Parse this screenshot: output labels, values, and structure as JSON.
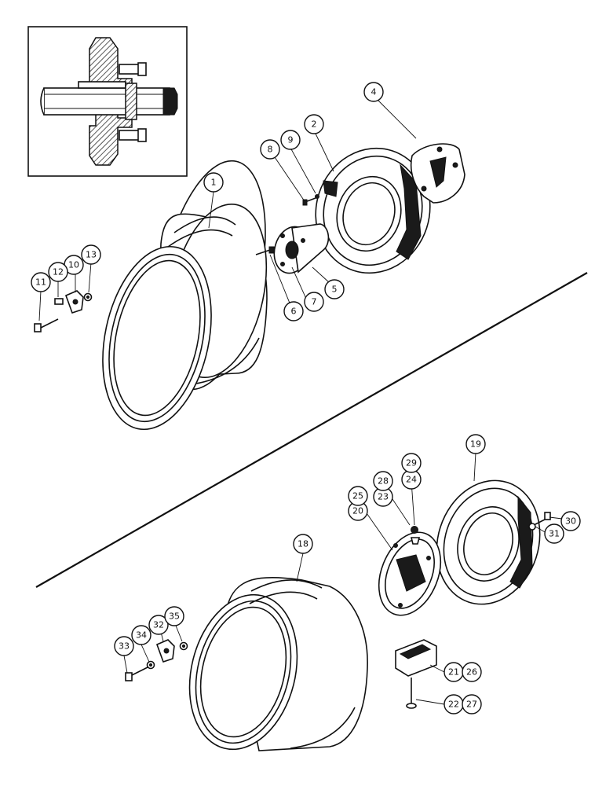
{
  "callouts": [
    {
      "id": "1",
      "label": "1"
    },
    {
      "id": "2",
      "label": "2"
    },
    {
      "id": "4",
      "label": "4"
    },
    {
      "id": "5",
      "label": "5"
    },
    {
      "id": "6",
      "label": "6"
    },
    {
      "id": "7",
      "label": "7"
    },
    {
      "id": "8",
      "label": "8"
    },
    {
      "id": "9",
      "label": "9"
    },
    {
      "id": "10",
      "label": "10"
    },
    {
      "id": "11",
      "label": "11"
    },
    {
      "id": "12",
      "label": "12"
    },
    {
      "id": "13",
      "label": "13"
    },
    {
      "id": "18",
      "label": "18"
    },
    {
      "id": "19",
      "label": "19"
    },
    {
      "id": "20",
      "label": "20"
    },
    {
      "id": "21",
      "label": "21"
    },
    {
      "id": "22",
      "label": "22"
    },
    {
      "id": "23",
      "label": "23"
    },
    {
      "id": "24",
      "label": "24"
    },
    {
      "id": "25",
      "label": "25"
    },
    {
      "id": "26",
      "label": "26"
    },
    {
      "id": "27",
      "label": "27"
    },
    {
      "id": "28",
      "label": "28"
    },
    {
      "id": "29",
      "label": "29"
    },
    {
      "id": "30",
      "label": "30"
    },
    {
      "id": "31",
      "label": "31"
    },
    {
      "id": "32",
      "label": "32"
    },
    {
      "id": "33",
      "label": "33"
    },
    {
      "id": "34",
      "label": "34"
    },
    {
      "id": "35",
      "label": "35"
    }
  ]
}
